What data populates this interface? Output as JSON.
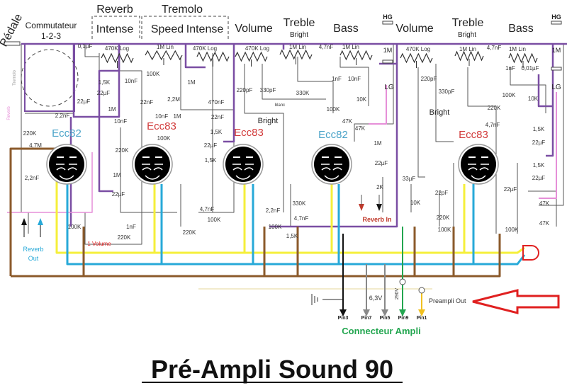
{
  "title": "Pré-Ampli Sound 90",
  "colors": {
    "purple": "#7a4ea3",
    "yellow": "#f5ef3a",
    "blue": "#27a9d8",
    "brown": "#8b5a2b",
    "green": "#23a650",
    "pink": "#e68fd8",
    "red": "#e02020",
    "tube_blue": "#4aa3c8",
    "tube_red": "#d23b3b",
    "black": "#111111",
    "grey": "#888888"
  },
  "headers": [
    "Pédale",
    "Commutateur",
    "1-2-3",
    "Reverb",
    "Intense",
    "Tremolo",
    "Speed",
    "Intense",
    "Volume",
    "Treble",
    "Bright",
    "Bass",
    "HG",
    "Volume",
    "Treble",
    "Bright",
    "Bass",
    "HG",
    "LG",
    "LG",
    "1M",
    "1M"
  ],
  "tubes": [
    "Ecc82",
    "Ecc83",
    "Ecc83",
    "Ecc82",
    "Ecc83"
  ],
  "components": [
    "0,1µF",
    "470K Log",
    "1M Lin",
    "470K Log",
    "470K Log",
    "1M Lin",
    "4,7nF",
    "1M Lin",
    "470K Log",
    "1M Lin",
    "4,7nF",
    "1M Lin",
    "100K",
    "1M",
    "1,5K",
    "22µF",
    "10nF",
    "22nF",
    "2,2M",
    "470nF",
    "22nF",
    "10nF",
    "1M",
    "2,2nF",
    "22µF",
    "1M",
    "10nF",
    "220K",
    "4,7M",
    "2,2nF",
    "220K",
    "1M",
    "22µF",
    "100K",
    "1,5K",
    "22µF",
    "1,5K",
    "220pF",
    "330pF",
    "330K",
    "1nF",
    "10nF",
    "10K",
    "100K",
    "47K",
    "47K",
    "1M",
    "22µF",
    "2K",
    "33µF",
    "10K",
    "330K",
    "4,7nF",
    "1,5K",
    "2,2nF",
    "4,7nF",
    "100K",
    "220K",
    "100K",
    "100K",
    "1nF",
    "220K",
    "22pF",
    "220K",
    "100K",
    "100K",
    "220pF",
    "330pF",
    "220K",
    "100K",
    "10K",
    "1nF",
    "0,01µF",
    "4,7nF",
    "1,5K",
    "22µF",
    "1,5K",
    "22µF",
    "47K",
    "47K",
    "22µF",
    "Tremolo",
    "Reverb",
    "blanc"
  ],
  "bright_labels": [
    "Bright",
    "Bright"
  ],
  "io": {
    "volume_link": "1 Volume",
    "reverb_in": "Reverb In",
    "reverb_out_1": "Reverb",
    "reverb_out_2": "Out",
    "preampli_out": "Preampli Out"
  },
  "connector": {
    "title": "Connecteur Ampli",
    "pins": [
      "Pin3",
      "Pin7",
      "Pin5",
      "Pin9",
      "Pin1"
    ],
    "voltage_heater": "6,3V",
    "voltage_ht": "290V"
  }
}
